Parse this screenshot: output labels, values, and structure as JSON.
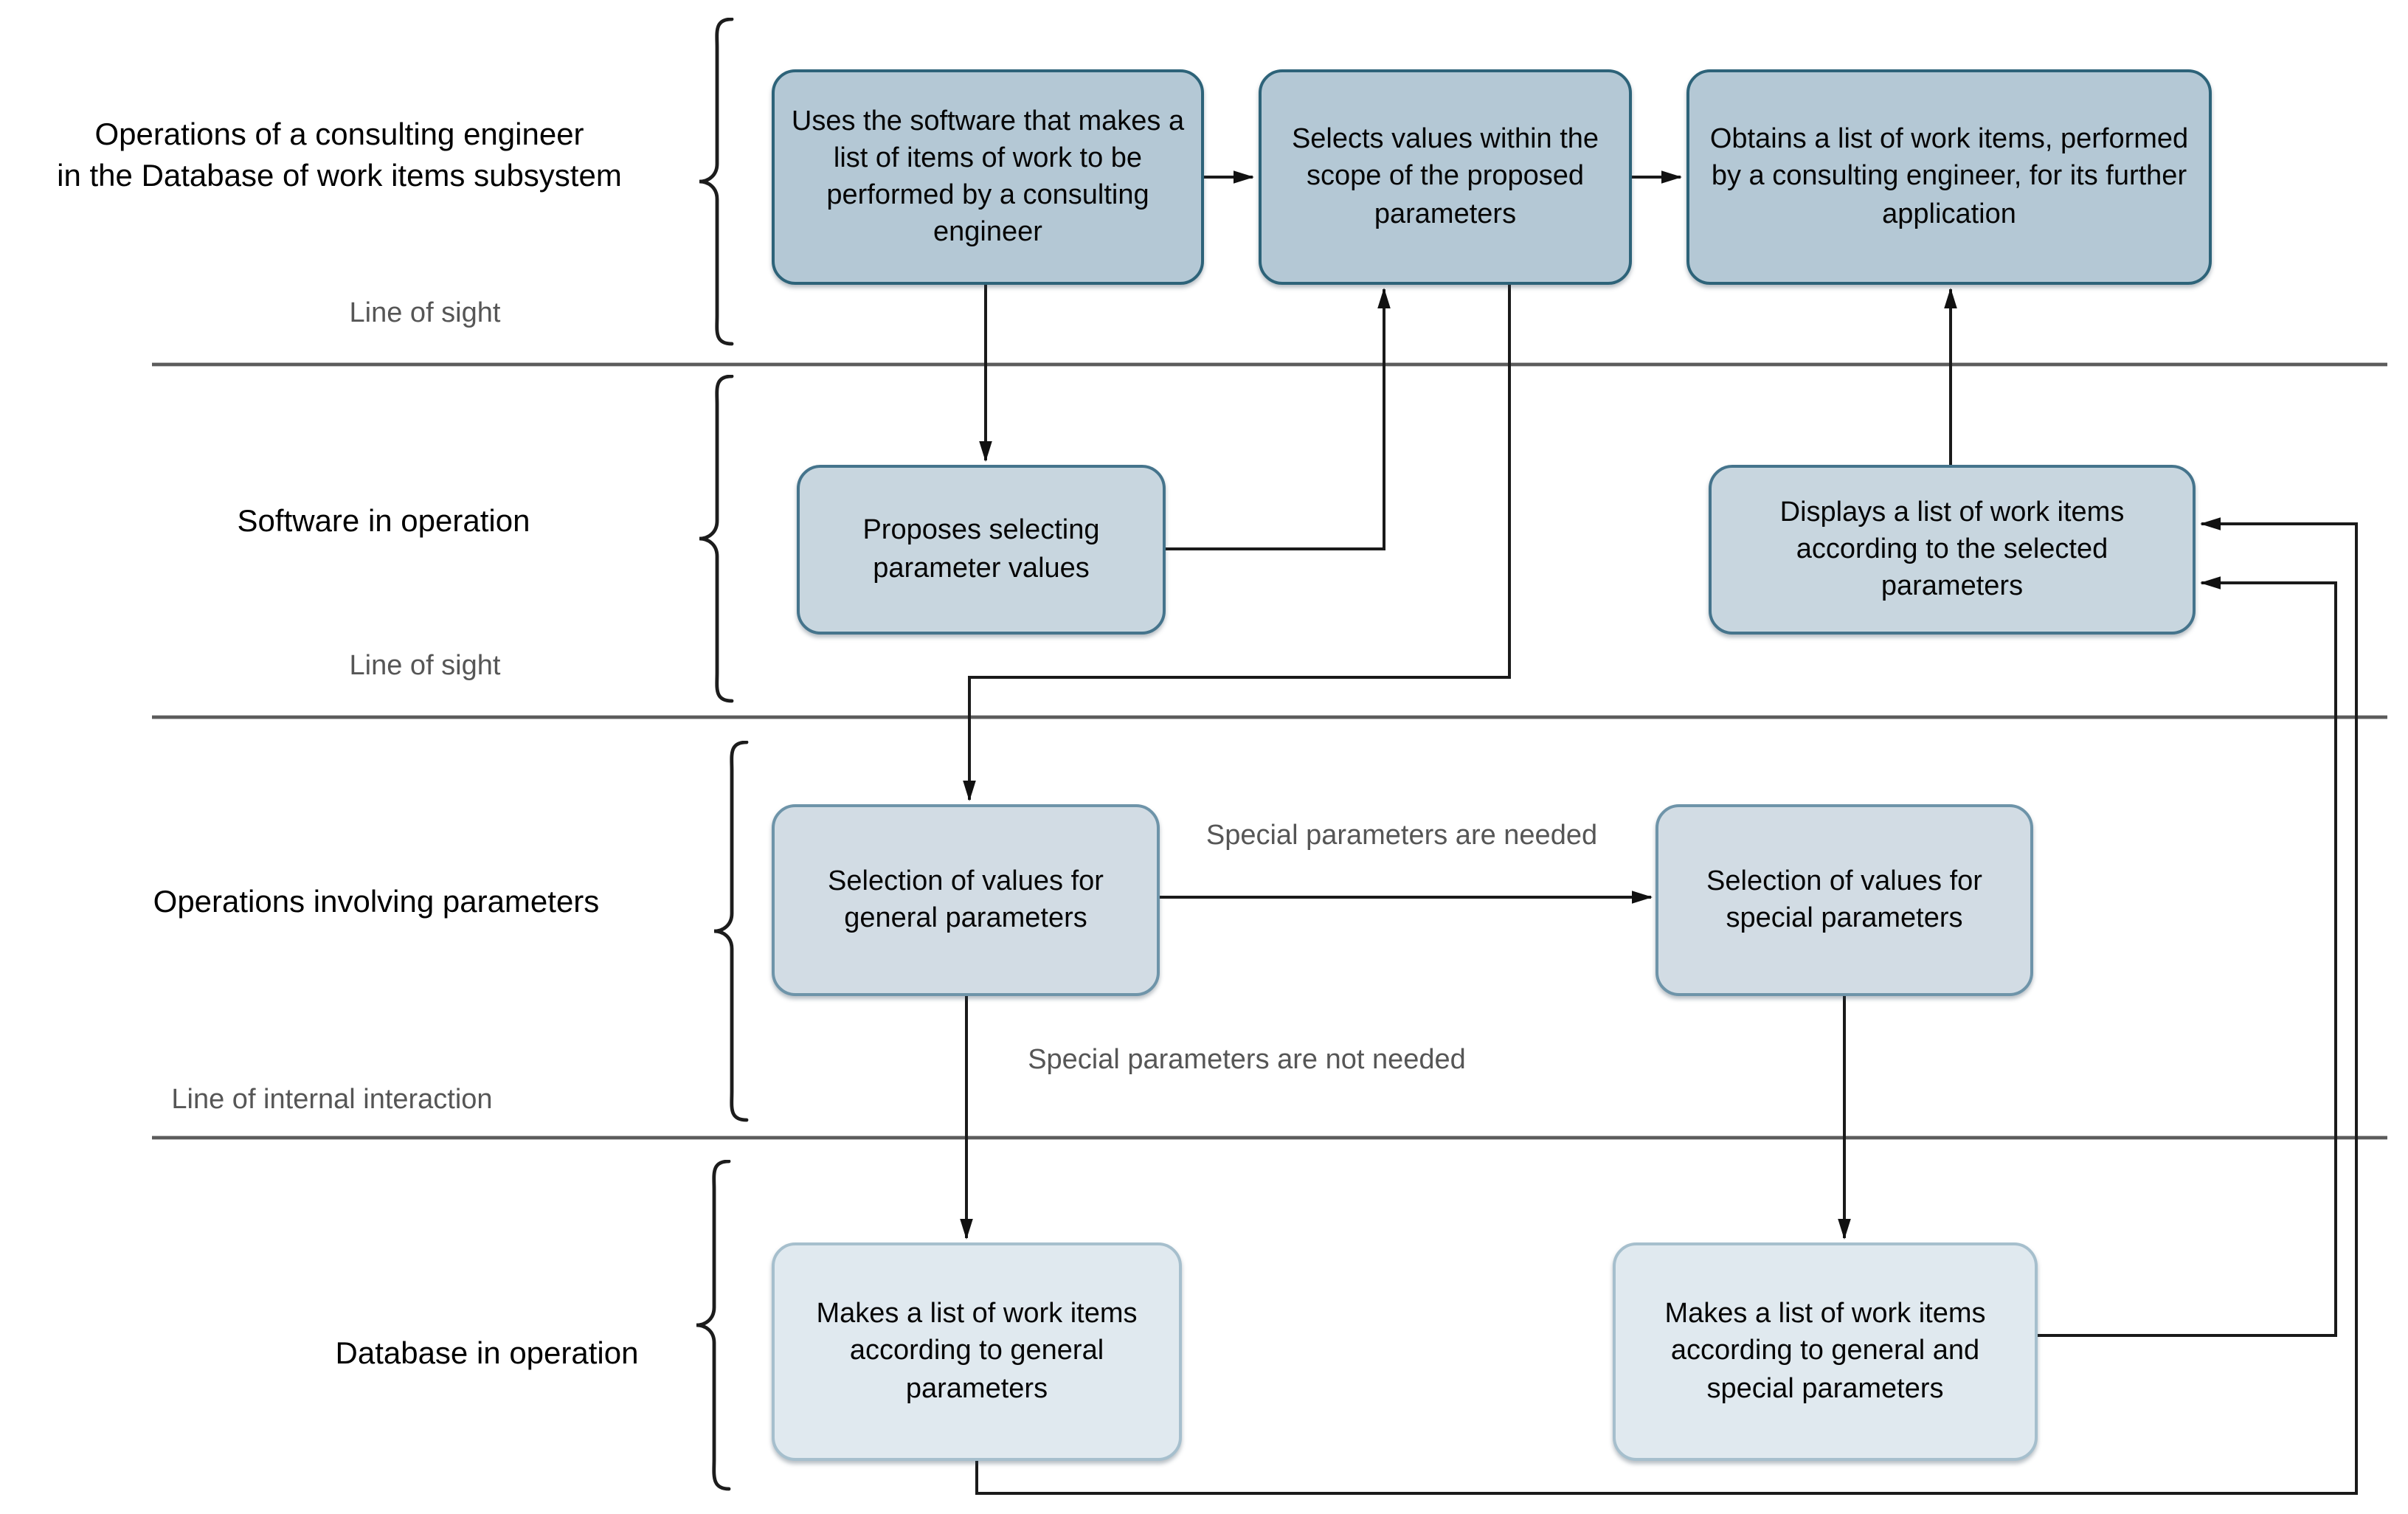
{
  "lanes": [
    {
      "label": "Operations of a consulting engineer\nin the Database of work items subsystem",
      "separator_label": "Line of sight",
      "boxes": [
        {
          "id": "uses-software",
          "text": "Uses the software that makes a list of items of work to be performed by a consulting engineer"
        },
        {
          "id": "selects-values",
          "text": "Selects values within the scope of the proposed parameters"
        },
        {
          "id": "obtains-list",
          "text": "Obtains a list of work items, performed by a consulting engineer, for its further application"
        }
      ]
    },
    {
      "label": "Software in operation",
      "separator_label": "Line of sight",
      "boxes": [
        {
          "id": "proposes-selecting",
          "text": "Proposes selecting parameter values"
        },
        {
          "id": "displays-list",
          "text": "Displays a list of work items according to the selected parameters"
        }
      ]
    },
    {
      "label": "Operations involving parameters",
      "separator_label": "Line of internal interaction",
      "boxes": [
        {
          "id": "selection-general",
          "text": "Selection of values for general parameters"
        },
        {
          "id": "selection-special",
          "text": "Selection of values for special parameters"
        }
      ]
    },
    {
      "label": "Database in operation",
      "separator_label": "",
      "boxes": [
        {
          "id": "makes-list-general",
          "text": "Makes a list of work items according to general parameters"
        },
        {
          "id": "makes-list-general-special",
          "text": "Makes a list of work items according to general and special parameters"
        }
      ]
    }
  ],
  "edge_labels": {
    "special_needed": "Special parameters are needed",
    "special_not_needed": "Special parameters are not needed"
  },
  "colors": {
    "lane1_box_fill": "#b4c8d5",
    "lane1_box_border": "#2d6379",
    "lane2_box_fill": "#c8d6df",
    "lane2_box_border": "#45748c",
    "lane3_box_fill": "#d2dce4",
    "lane3_box_border": "#6e94a9",
    "lane4_box_fill": "#e0e9ef",
    "lane4_box_border": "#a6bfcd",
    "connector": "#1a1a1a",
    "separator": "#5c5c5c",
    "muted_label": "#565656",
    "text": "#000000",
    "background": "#ffffff"
  }
}
